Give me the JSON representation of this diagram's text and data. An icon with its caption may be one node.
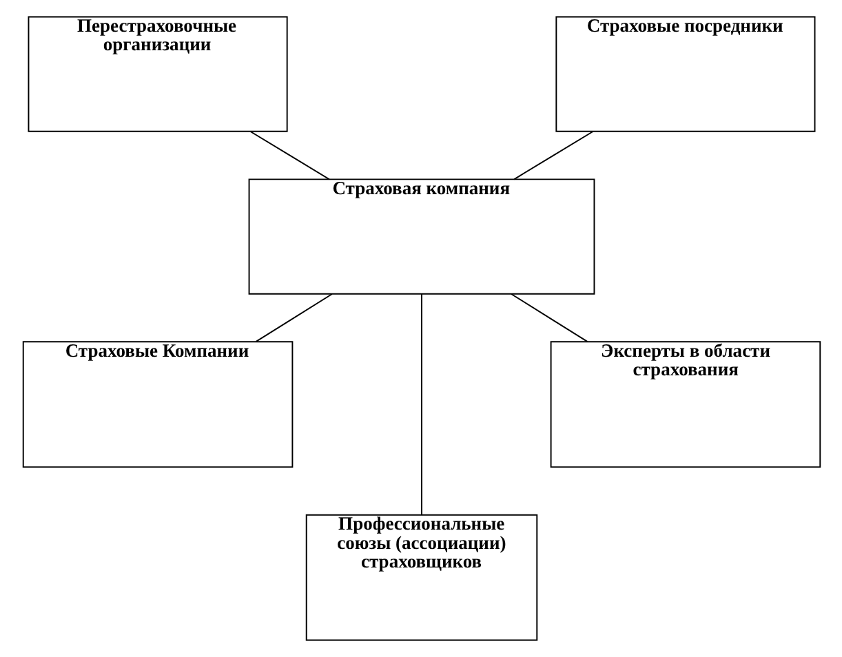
{
  "diagram": {
    "nodes": [
      {
        "text": [
          "Перестраховочные организации"
        ]
      },
      {
        "text": [
          "Страховые посредники"
        ]
      },
      {
        "text": [
          "Страховая компания"
        ]
      },
      {
        "text": [
          "Страховые Компании"
        ]
      },
      {
        "text": [
          "Эксперты в области страхования"
        ]
      },
      {
        "text": [
          "Профессиональные союзы (ассоциации) страховщиков"
        ]
      }
    ],
    "edges": [
      {
        "from": 0,
        "to": 2,
        "arrow": "none"
      },
      {
        "from": 1,
        "to": 2,
        "arrow": "none"
      },
      {
        "from": 2,
        "to": 3,
        "arrow": "none"
      },
      {
        "from": 2,
        "to": 4,
        "arrow": "none"
      },
      {
        "from": 2,
        "to": 5,
        "arrow": "none"
      }
    ]
  }
}
